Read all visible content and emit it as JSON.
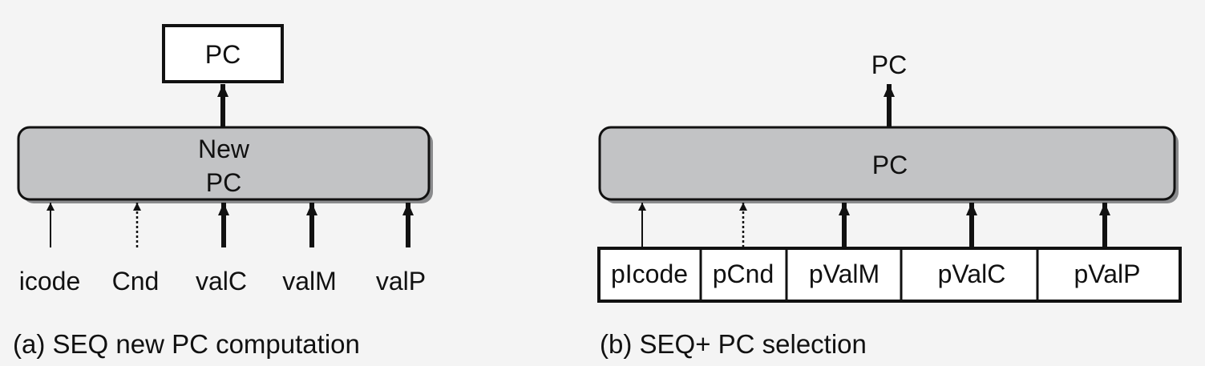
{
  "panel_a": {
    "output_box_label": "PC",
    "logic_block_line1": "New",
    "logic_block_line2": "PC",
    "inputs": [
      "icode",
      "Cnd",
      "valC",
      "valM",
      "valP"
    ],
    "caption": "(a) SEQ new PC computation"
  },
  "panel_b": {
    "output_label": "PC",
    "logic_block_label": "PC",
    "register_fields": [
      "pIcode",
      "pCnd",
      "pValM",
      "pValC",
      "pValP"
    ],
    "caption": "(b) SEQ+ PC selection"
  },
  "colors": {
    "background": "#f4f4f4",
    "block_fill": "#c2c3c5",
    "block_shadow": "#8a8b8d",
    "stroke": "#111111",
    "box_fill": "#ffffff"
  }
}
